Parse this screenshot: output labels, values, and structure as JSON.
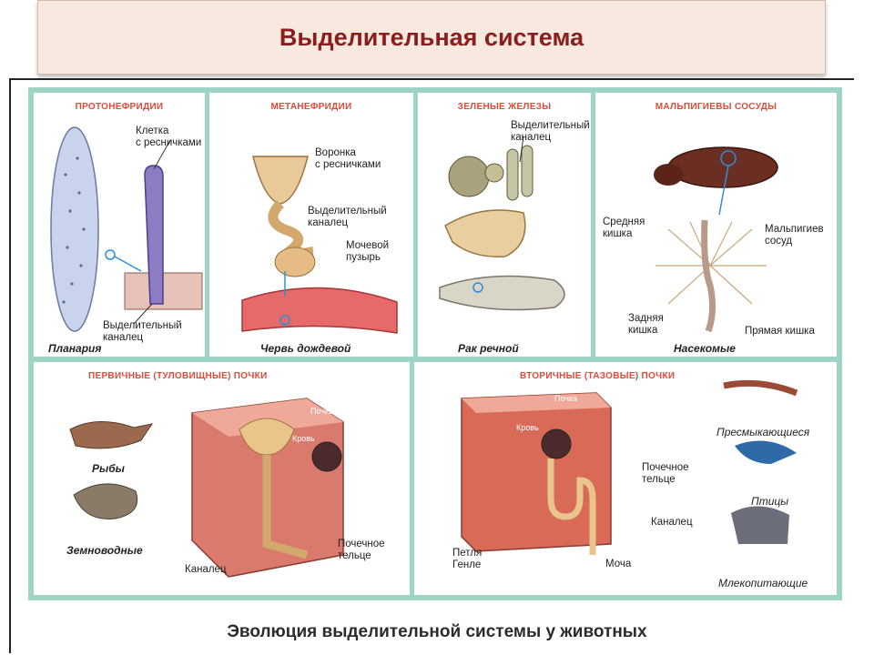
{
  "slide": {
    "title": "Выделительная система",
    "caption": "Эволюция выделительной системы у животных"
  },
  "panels": {
    "protonephridia": {
      "title": "ПРОТОНЕФРИДИИ",
      "label_cell": "Клетка\nс ресничками",
      "label_canal": "Выделительный\nканалец",
      "organism": "Планария"
    },
    "metanephridia": {
      "title": "МЕТАНЕФРИДИИ",
      "label_funnel": "Воронка\nс ресничками",
      "label_canal": "Выделительный\nканалец",
      "label_bladder": "Мочевой\nпузырь",
      "organism": "Червь дождевой"
    },
    "green_glands": {
      "title": "ЗЕЛЕНЫЕ ЖЕЛЕЗЫ",
      "label_canal": "Выделительный\nканалец",
      "organism": "Рак речной"
    },
    "malpighian": {
      "title": "МАЛЬПИГИЕВЫ СОСУДЫ",
      "label_midgut": "Средняя\nкишка",
      "label_vessel": "Мальпигиев\nсосуд",
      "label_hindgut": "Задняя\nкишка",
      "label_rectum": "Прямая кишка",
      "organism": "Насекомые"
    },
    "primary_kidney": {
      "title": "ПЕРВИЧНЫЕ (ТУЛОВИЩНЫЕ) ПОЧКИ",
      "label_kidney": "Почка",
      "label_blood": "Кровь",
      "label_body": "Почечное\nтельце",
      "label_canal": "Каналец",
      "organism_fish": "Рыбы",
      "organism_amphibian": "Земноводные"
    },
    "secondary_kidney": {
      "title": "ВТОРИЧНЫЕ (ТАЗОВЫЕ) ПОЧКИ",
      "label_kidney": "Почка",
      "label_blood": "Кровь",
      "label_body": "Почечное\nтельце",
      "label_canal": "Каналец",
      "label_loop": "Петля\nГенле",
      "label_urine": "Моча",
      "organism_reptile": "Пресмыкающиеся",
      "organism_bird": "Птицы",
      "organism_mammal": "Млекопитающие"
    }
  }
}
